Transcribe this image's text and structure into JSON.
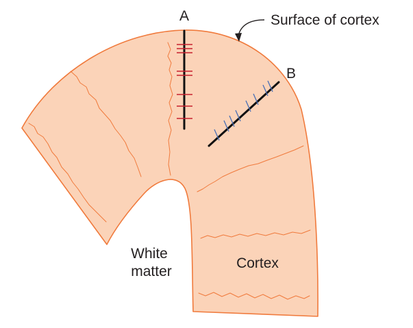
{
  "labels": {
    "a": "A",
    "b": "B",
    "surface": "Surface of cortex",
    "white_matter_line1": "White",
    "white_matter_line2": "matter",
    "cortex": "Cortex"
  },
  "colors": {
    "tissue_fill": "#fbd3b8",
    "outline": "#f07a3c",
    "electrode_a_ticks": "#c8202e",
    "electrode_b_ticks": "#4a6fb5",
    "electrode_shaft": "#111111"
  },
  "electrodes": {
    "a": {
      "marker_count": 8,
      "marker_color_name": "red"
    },
    "b": {
      "marker_count": 8,
      "marker_color_name": "blue"
    }
  }
}
